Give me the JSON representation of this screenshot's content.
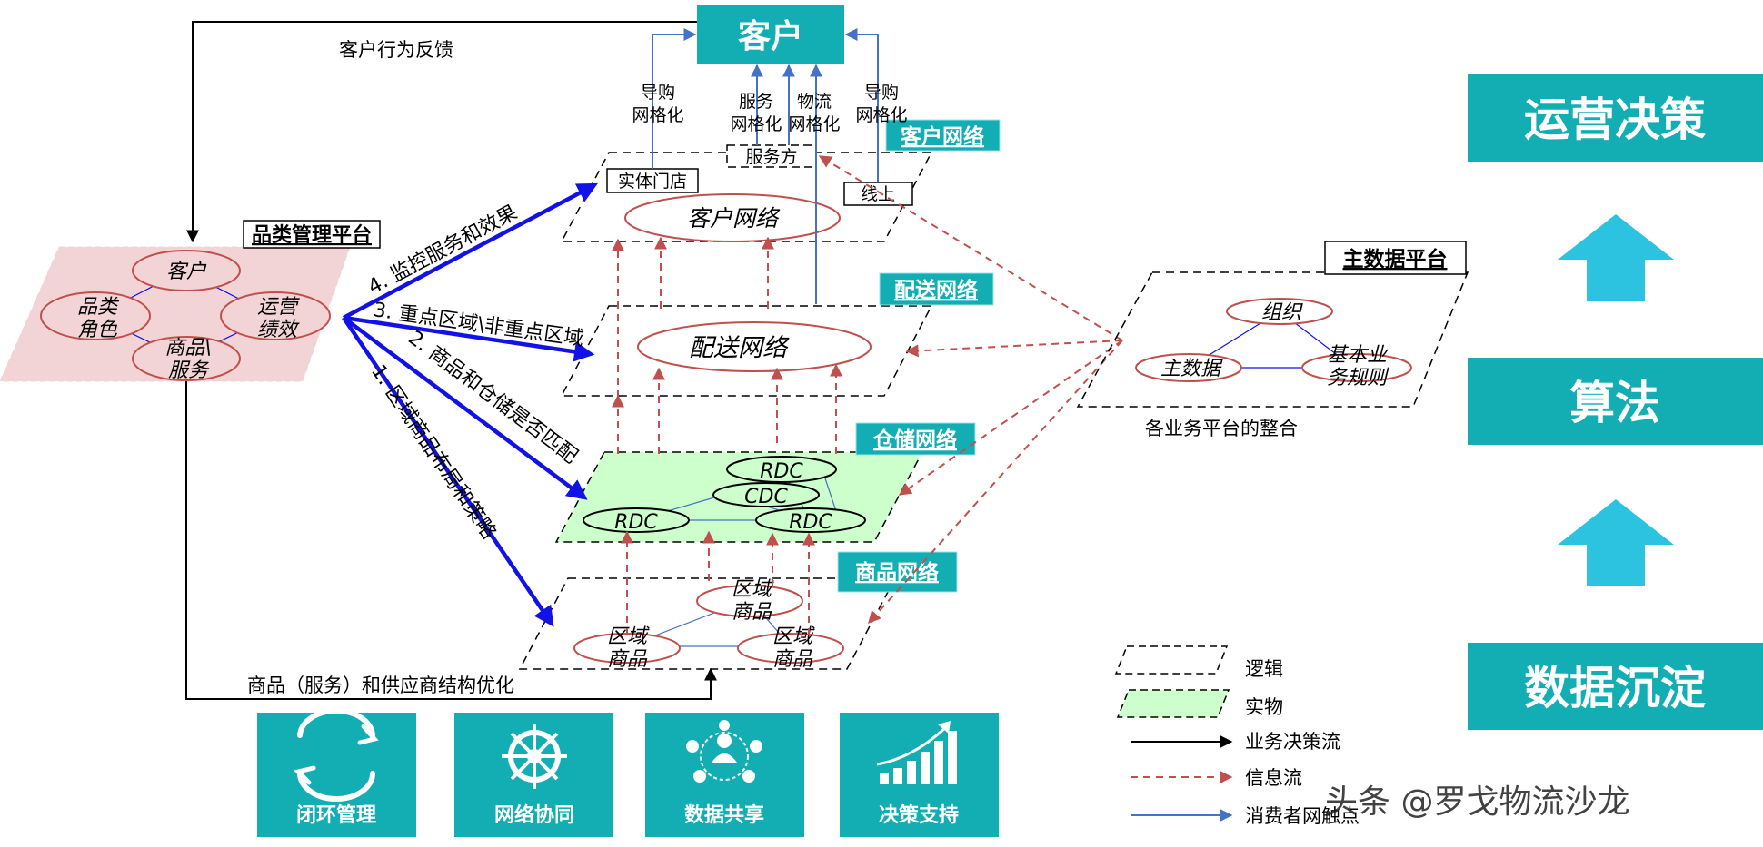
{
  "customer_top": "客户",
  "feedback_label": "客户行为反馈",
  "gridding": {
    "guide_left": [
      "导购",
      "网格化"
    ],
    "service": [
      "服务",
      "网格化"
    ],
    "logistics": [
      "物流",
      "网格化"
    ],
    "guide_right": [
      "导购",
      "网格化"
    ]
  },
  "layers": {
    "customer_network": {
      "tag": "客户网络",
      "center": "客户网络",
      "store": "实体门店",
      "service_side": "服务方",
      "online": "线上"
    },
    "delivery_network": {
      "tag": "配送网络",
      "center": "配送网络"
    },
    "warehouse_network": {
      "tag": "仓储网络",
      "rdc_top": "RDC",
      "cdc": "CDC",
      "rdc_left": "RDC",
      "rdc_right": "RDC"
    },
    "goods_network": {
      "tag": "商品网络",
      "top": [
        "区域",
        "商品"
      ],
      "left": [
        "区域",
        "商品"
      ],
      "right": [
        "区域",
        "商品"
      ]
    }
  },
  "category_platform": {
    "title": "品类管理平台",
    "customer": "客户",
    "category_role": [
      "品类",
      "角色"
    ],
    "operation_perf": [
      "运营",
      "绩效"
    ],
    "goods_service": [
      "商品\\",
      "服务"
    ]
  },
  "arrows": {
    "a4": "4. 监控服务和效果",
    "a3": "3. 重点区域\\非重点区域",
    "a2": "2. 商品和仓储是否匹配",
    "a1": "1. 区域商品布局和策略"
  },
  "bottom_feedback": "商品（服务）和供应商结构优化",
  "master_data": {
    "title": "主数据平台",
    "org": "组织",
    "master": "主数据",
    "rules": [
      "基本业",
      "务规则"
    ],
    "caption": "各业务平台的整合"
  },
  "legend": {
    "logic": "逻辑",
    "physical": "实物",
    "decision_flow": "业务决策流",
    "info_flow": "信息流",
    "consumer_touch": "消费者网触点"
  },
  "right_stack": {
    "top": "运营决策",
    "middle": "算法",
    "bottom": "数据沉淀"
  },
  "tiles": [
    "闭环管理",
    "网络协同",
    "数据共享",
    "决策支持"
  ],
  "watermark": "头条 @罗戈物流沙龙",
  "colors": {
    "teal": "#13aeb4",
    "cyan_arrow": "#2bc3e0",
    "blue_arrow": "#1212e6",
    "red_dash": "#c0504d",
    "consumer_blue": "#4472c4",
    "pink_fill": "#f2d4d6",
    "green_fill": "#ccffcc"
  }
}
